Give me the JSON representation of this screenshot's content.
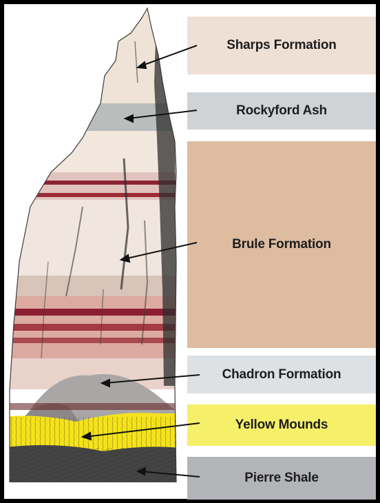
{
  "layers": [
    {
      "id": "sharps",
      "label": "Sharps Formation",
      "color": "#efe0d5"
    },
    {
      "id": "rockyford",
      "label": "Rockyford Ash",
      "color": "#cfd3d6"
    },
    {
      "id": "brule",
      "label": "Brule Formation",
      "color": "#debca0"
    },
    {
      "id": "chadron",
      "label": "Chadron Formation",
      "color": "#dee1e4"
    },
    {
      "id": "yellow",
      "label": "Yellow Mounds",
      "color": "#f6ef6a"
    },
    {
      "id": "pierre",
      "label": "Pierre Shale",
      "color": "#b2b4b7"
    }
  ]
}
